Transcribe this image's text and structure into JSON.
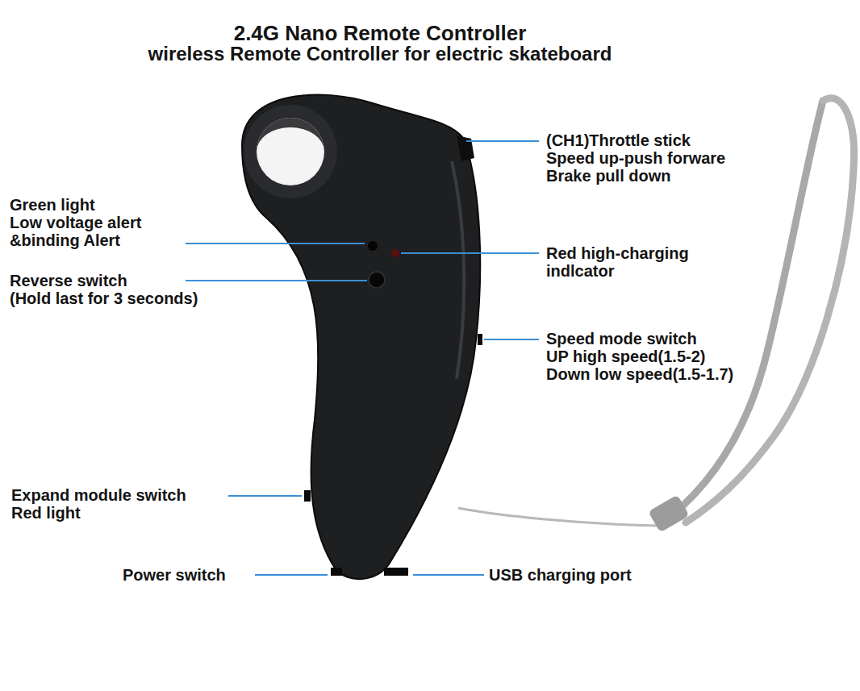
{
  "diagram": {
    "title": "2.4G Nano Remote Controller",
    "labels": [
      "wireless Remote Controller for electric skateboard",
      "(CH1)Throttle stick Speed up-push forware Brake pull down",
      "Green light Low voltage alert &binding Alert",
      "Red high-charging indlcator",
      "Reverse switch (Hold last for 3 seconds)",
      "Speed mode switch UP high speed(1.5-2) Down low speed(1.5-1.7)",
      "Expand module switch Red light",
      "Power switch",
      "USB charging port"
    ]
  }
}
